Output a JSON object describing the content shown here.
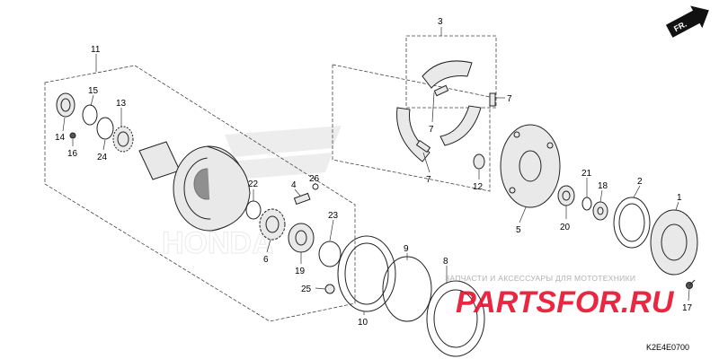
{
  "diagram": {
    "code": "K2E4E0700",
    "direction_label": "FR.",
    "watermark": {
      "tagline": "ЗАПЧАСТИ И АКСЕССУАРЫ ДЛЯ МОТОТЕХНИКИ",
      "brand": "PARTSFOR.RU",
      "background_logo": "HONDA"
    },
    "callouts": {
      "p1": "1",
      "p2": "2",
      "p3": "3",
      "p4": "4",
      "p5": "5",
      "p6": "6",
      "p7a": "7",
      "p7b": "7",
      "p7c": "7",
      "p8": "8",
      "p9": "9",
      "p10": "10",
      "p11": "11",
      "p12": "12",
      "p13": "13",
      "p14": "14",
      "p15": "15",
      "p16": "16",
      "p17": "17",
      "p18": "18",
      "p19": "19",
      "p20": "20",
      "p21": "21",
      "p22": "22",
      "p23": "23",
      "p24": "24",
      "p25": "25",
      "p26": "26"
    }
  }
}
